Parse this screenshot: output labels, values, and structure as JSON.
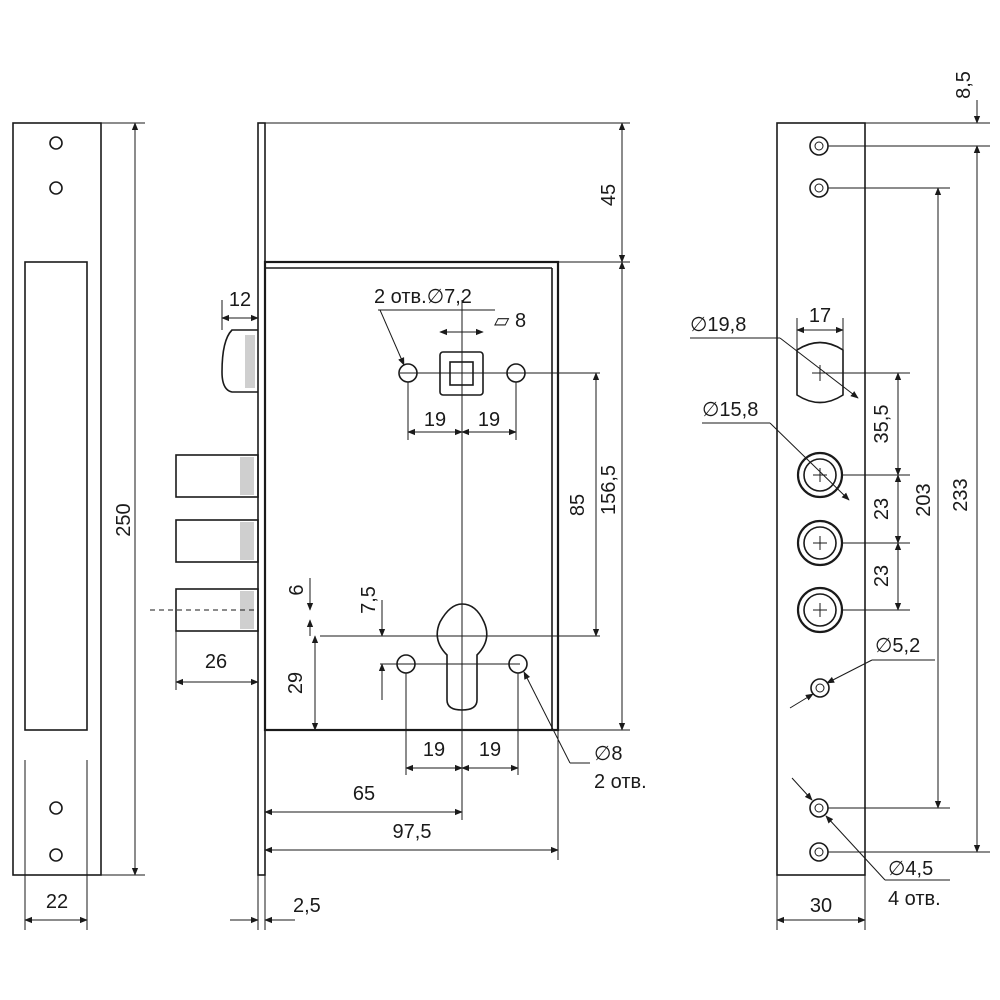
{
  "dimensions": {
    "faceplate_height": "250",
    "faceplate_width": "22",
    "top_offset": "45",
    "spindle_holes": "2 отв.∅7,2",
    "spindle_square": "⏥ 8",
    "bolt_thickness": "12",
    "upper_spacing_left": "19",
    "upper_spacing_right": "19",
    "spindle_to_cylinder": "85",
    "body_height": "156,5",
    "bolt_dim": "6",
    "cyl_offset": "7,5",
    "bolt_throw": "26",
    "cylinder_to_bottom": "29",
    "lower_spacing_left": "19",
    "lower_spacing_right": "19",
    "lower_holes_dia": "∅8",
    "lower_holes_count": "2 отв.",
    "backset": "65",
    "case_width": "97,5",
    "plate_thickness": "2,5",
    "strike_top": "8,5",
    "strike_latch_dia": "∅19,8",
    "strike_latch_width": "17",
    "strike_bolt_dia": "∅15,8",
    "strike_spacing_1": "35,5",
    "strike_spacing_2": "23",
    "strike_spacing_3": "23",
    "strike_screw_dia": "∅5,2",
    "strike_inner_height": "203",
    "strike_outer_height": "233",
    "strike_mount_dia": "∅4,5",
    "strike_mount_count": "4 отв.",
    "strike_width": "30"
  }
}
